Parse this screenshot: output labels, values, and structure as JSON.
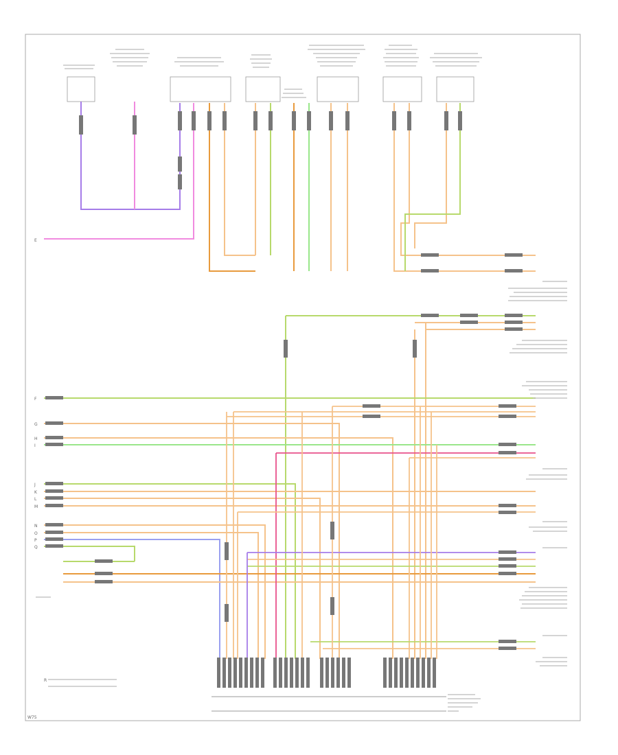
{
  "colors": {
    "frame": "#aaaaaa",
    "orange": "#f5c28a",
    "dark_orange": "#e89a3c",
    "green": "#b7d96b",
    "light_green": "#99e68a",
    "violet": "#a57ce8",
    "pink": "#f08adf",
    "magenta": "#e8508a",
    "blue": "#9aa0f0",
    "label": "#888888"
  },
  "wires": {
    "left_ids": [
      "E",
      "F",
      "G",
      "H",
      "I",
      "J",
      "K",
      "L",
      "M",
      "N",
      "O",
      "P",
      "Q",
      "R"
    ]
  },
  "footer": {
    "page_ref": "W75"
  }
}
